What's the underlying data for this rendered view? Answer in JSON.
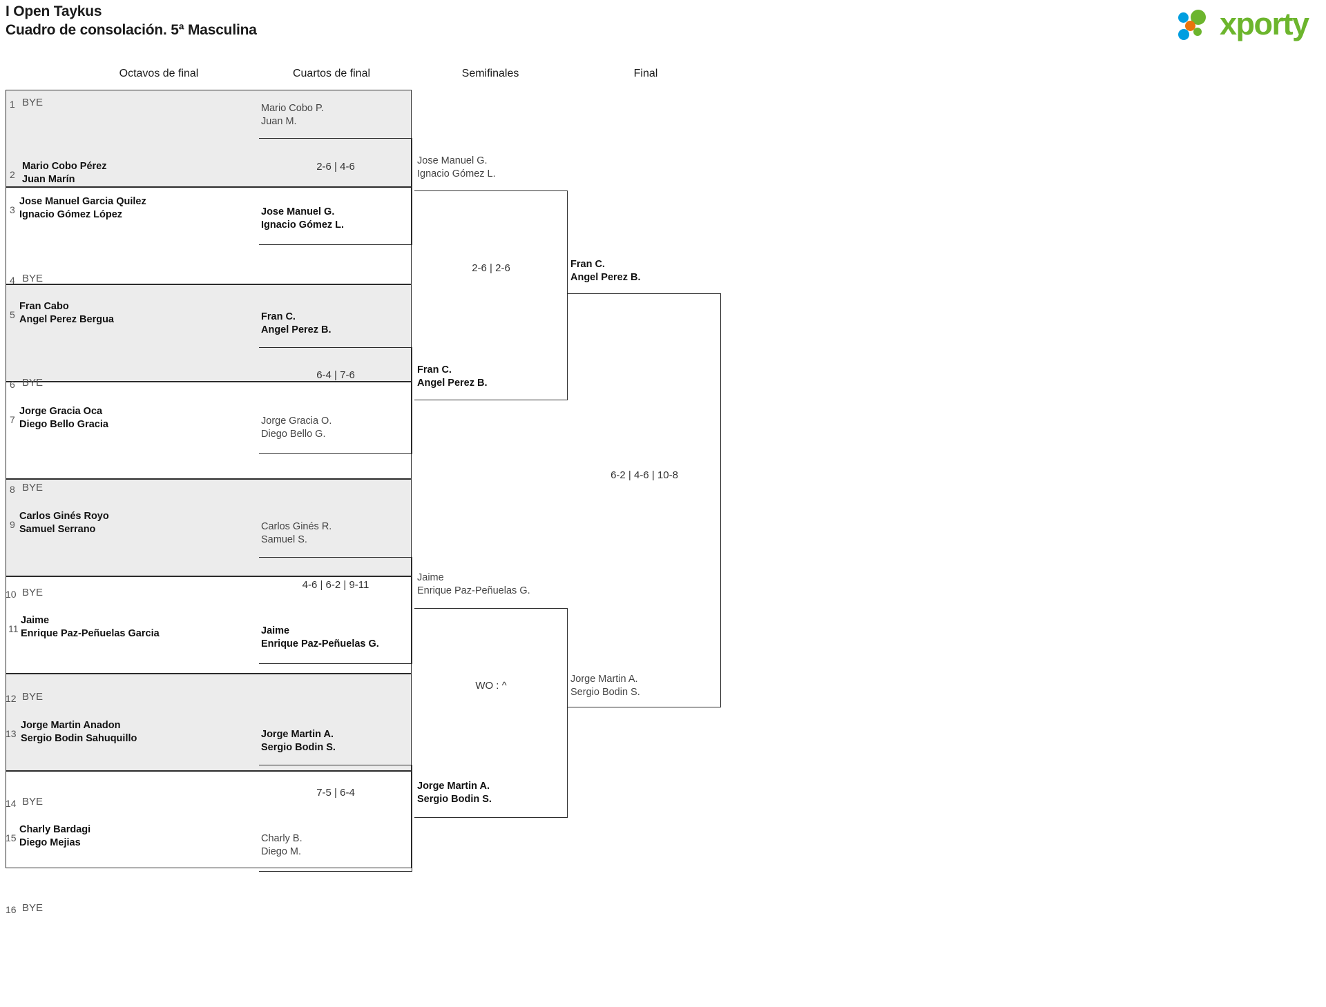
{
  "header": {
    "tournament_title": "I Open Taykus",
    "bracket_subtitle": "Cuadro de consolación. 5ª Masculina",
    "logo_text": "xporty",
    "logo_colors": {
      "green": "#6cb52d",
      "blue": "#009ee0",
      "orange": "#e8740c"
    }
  },
  "rounds": [
    {
      "id": "round-of-16",
      "label": "Octavos de final"
    },
    {
      "id": "quarterfinals",
      "label": "Cuartos de final"
    },
    {
      "id": "semifinals",
      "label": "Semifinales"
    },
    {
      "id": "final",
      "label": "Final"
    }
  ],
  "bye_label": "BYE",
  "round_of_16": [
    {
      "seed": "1",
      "p1": "BYE",
      "p2": "",
      "bye": true,
      "winner": false,
      "shade": true
    },
    {
      "seed": "2",
      "p1": "Mario Cobo Pérez",
      "p2": "Juan Marín",
      "bye": false,
      "winner": true,
      "shade": true
    },
    {
      "seed": "3",
      "p1": "Jose Manuel Garcia Quilez",
      "p2": "Ignacio Gómez López",
      "bye": false,
      "winner": true,
      "shade": false
    },
    {
      "seed": "4",
      "p1": "BYE",
      "p2": "",
      "bye": true,
      "winner": false,
      "shade": false
    },
    {
      "seed": "5",
      "p1": "Fran Cabo",
      "p2": "Angel Perez Bergua",
      "bye": false,
      "winner": true,
      "shade": true
    },
    {
      "seed": "6",
      "p1": "BYE",
      "p2": "",
      "bye": true,
      "winner": false,
      "shade": true
    },
    {
      "seed": "7",
      "p1": "Jorge Gracia Oca",
      "p2": "Diego Bello Gracia",
      "bye": false,
      "winner": true,
      "shade": false
    },
    {
      "seed": "8",
      "p1": "BYE",
      "p2": "",
      "bye": true,
      "winner": false,
      "shade": false
    },
    {
      "seed": "9",
      "p1": "Carlos Ginés Royo",
      "p2": "Samuel Serrano",
      "bye": false,
      "winner": true,
      "shade": true
    },
    {
      "seed": "10",
      "p1": "BYE",
      "p2": "",
      "bye": true,
      "winner": false,
      "shade": true
    },
    {
      "seed": "11",
      "p1": "Jaime",
      "p2": "Enrique Paz-Peñuelas Garcia",
      "bye": false,
      "winner": true,
      "shade": false
    },
    {
      "seed": "12",
      "p1": "BYE",
      "p2": "",
      "bye": true,
      "winner": false,
      "shade": false
    },
    {
      "seed": "13",
      "p1": "Jorge Martin Anadon",
      "p2": "Sergio Bodin Sahuquillo",
      "bye": false,
      "winner": true,
      "shade": true
    },
    {
      "seed": "14",
      "p1": "BYE",
      "p2": "",
      "bye": true,
      "winner": false,
      "shade": true
    },
    {
      "seed": "15",
      "p1": "Charly Bardagi",
      "p2": "Diego Mejias",
      "bye": false,
      "winner": true,
      "shade": false
    },
    {
      "seed": "16",
      "p1": "BYE",
      "p2": "",
      "bye": true,
      "winner": false,
      "shade": false
    }
  ],
  "quarterfinals": [
    {
      "score": "2-6 | 4-6",
      "top": {
        "p1": "Mario Cobo P.",
        "p2": "Juan M.",
        "winner": false
      },
      "bottom": {
        "p1": "Jose Manuel G.",
        "p2": "Ignacio Gómez L.",
        "winner": true
      }
    },
    {
      "score": "6-4 | 7-6",
      "top": {
        "p1": "Fran C.",
        "p2": "Angel Perez B.",
        "winner": true
      },
      "bottom": {
        "p1": "Jorge Gracia O.",
        "p2": "Diego Bello G.",
        "winner": false
      }
    },
    {
      "score": "4-6 | 6-2 | 9-11",
      "top": {
        "p1": "Carlos Ginés R.",
        "p2": "Samuel S.",
        "winner": false
      },
      "bottom": {
        "p1": "Jaime",
        "p2": "Enrique Paz-Peñuelas G.",
        "winner": true
      }
    },
    {
      "score": "7-5 | 6-4",
      "top": {
        "p1": "Jorge Martin A.",
        "p2": "Sergio Bodin S.",
        "winner": true
      },
      "bottom": {
        "p1": "Charly B.",
        "p2": "Diego M.",
        "winner": false
      }
    }
  ],
  "semifinals": [
    {
      "score": "2-6 | 2-6",
      "top": {
        "p1": "Jose Manuel G.",
        "p2": "Ignacio Gómez L.",
        "winner": false
      },
      "bottom": {
        "p1": "Fran C.",
        "p2": "Angel Perez B.",
        "winner": true
      }
    },
    {
      "score": "WO : ^",
      "top": {
        "p1": "Jaime",
        "p2": "Enrique Paz-Peñuelas G.",
        "winner": false
      },
      "bottom": {
        "p1": "Jorge Martin A.",
        "p2": "Sergio Bodin S.",
        "winner": true
      }
    }
  ],
  "final": {
    "score": "6-2 | 4-6 | 10-8",
    "top": {
      "p1": "Fran C.",
      "p2": "Angel Perez B.",
      "winner": true
    },
    "bottom": {
      "p1": "Jorge Martin A.",
      "p2": "Sergio Bodin S.",
      "winner": false
    }
  }
}
